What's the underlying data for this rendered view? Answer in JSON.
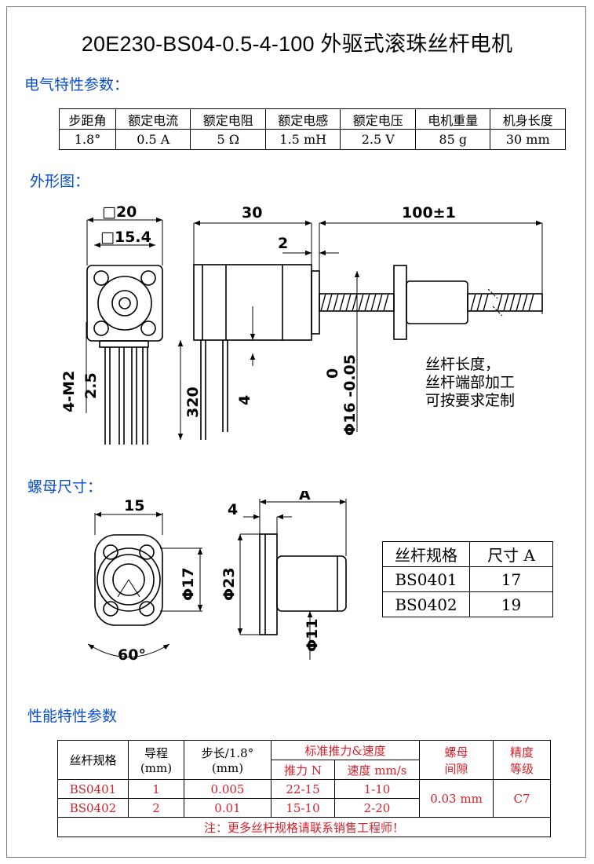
{
  "title": "20E230-BS04-0.5-4-100 外驱式滚珠丝杆电机",
  "sections": {
    "electrical": "电气特性参数：",
    "outline": "外形图：",
    "nut": "螺母尺寸：",
    "performance": "性能特性参数"
  },
  "electrical_table": {
    "headers": [
      "步距角",
      "额定电流",
      "额定电阻",
      "额定电感",
      "额定电压",
      "电机重量",
      "机身长度"
    ],
    "values": [
      "1.8°",
      "0.5 A",
      "5 Ω",
      "1.5 mH",
      "2.5 V",
      "85 g",
      "30 mm"
    ]
  },
  "outline_dims": {
    "sq20": "□20",
    "sq15": "□15.4",
    "len30": "30",
    "len100": "100±1",
    "d2": "2",
    "m2": "4-M2",
    "depth": "2.5",
    "lead320": "320",
    "d4": "4",
    "tol_top": "0",
    "d16": "Φ16 -0.05",
    "note": [
      "丝杆长度，",
      "丝杆端部加工",
      "可按要求定制"
    ]
  },
  "nut_dims": {
    "w15": "15",
    "d17": "Φ17",
    "angle": "60°",
    "d4": "4",
    "a": "A",
    "d23": "Φ23",
    "d11": "Φ11"
  },
  "nut_table": {
    "headers": [
      "丝杆规格",
      "尺寸 A"
    ],
    "rows": [
      [
        "BS0401",
        "17"
      ],
      [
        "BS0402",
        "19"
      ]
    ]
  },
  "perf_table": {
    "h_spec": "丝杆规格",
    "h_lead": "导程",
    "h_lead_unit": "(mm)",
    "h_step": "步长/1.8°",
    "h_step_unit": "(mm)",
    "h_thrust_speed": "标准推力&速度",
    "h_thrust": "推力 N",
    "h_speed": "速度 mm/s",
    "h_backlash": [
      "螺母",
      "间隙"
    ],
    "h_grade": [
      "精度",
      "等级"
    ],
    "rows": [
      {
        "spec": "BS0401",
        "lead": "1",
        "step": "0.005",
        "thrust": "22-15",
        "speed": "1-10"
      },
      {
        "spec": "BS0402",
        "lead": "2",
        "step": "0.01",
        "thrust": "15-10",
        "speed": "2-20"
      }
    ],
    "backlash": "0.03 mm",
    "grade": "C7",
    "note": "注：更多丝杆规格请联系销售工程师！"
  }
}
